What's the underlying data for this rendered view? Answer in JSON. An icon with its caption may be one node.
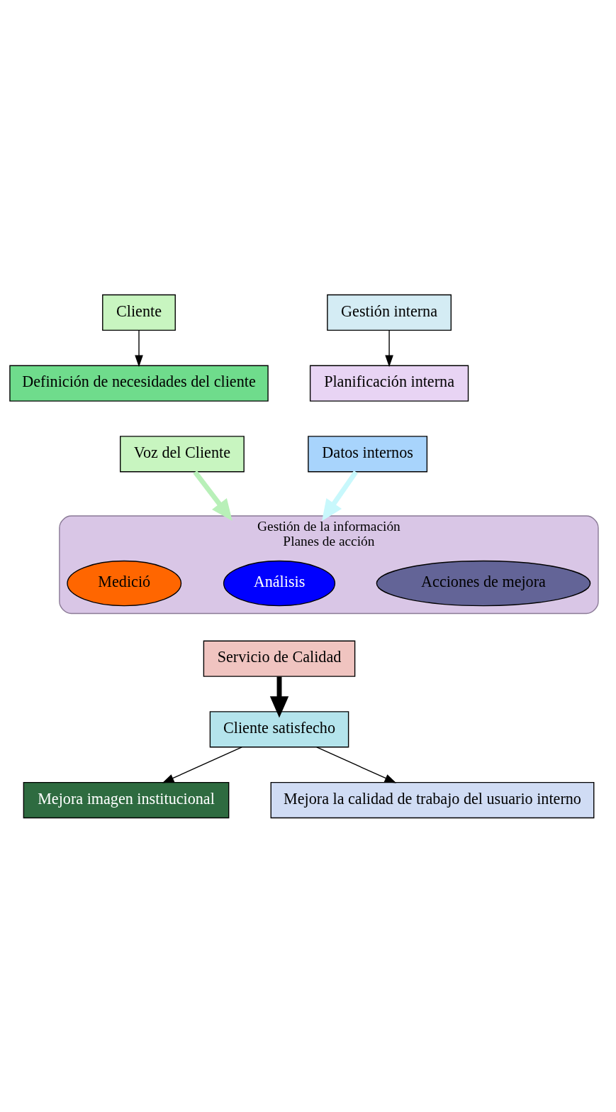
{
  "diagram": {
    "nodes": [
      {
        "text": [
          "Cliente"
        ]
      },
      {
        "text": [
          "Definición de necesidades del cliente"
        ]
      },
      {
        "text": [
          "Voz del Cliente"
        ]
      },
      {
        "text": [
          "Gestión interna"
        ]
      },
      {
        "text": [
          "Planificación interna"
        ]
      },
      {
        "text": [
          "Datos internos"
        ]
      },
      {
        "text": [
          "Gestión de la información",
          "Planes de acción"
        ]
      },
      {
        "text": [
          "Medició"
        ],
        "in": 6
      },
      {
        "text": [
          "Análisis"
        ],
        "in": 6
      },
      {
        "text": [
          "Acciones de mejora"
        ],
        "in": 6
      },
      {
        "text": [
          "Servicio de Calidad"
        ]
      },
      {
        "text": [
          "Cliente satisfecho"
        ]
      },
      {
        "text": [
          "Mejora imagen institucional"
        ]
      },
      {
        "text": [
          "Mejora la calidad de trabajo del usuario interno"
        ]
      }
    ],
    "edges": [
      {
        "from": 0,
        "to": 1,
        "arrow": "to"
      },
      {
        "from": 3,
        "to": 4,
        "arrow": "to"
      },
      {
        "from": 2,
        "to": 6,
        "arrow": "to",
        "style": "thick",
        "color": "#b8f0b8"
      },
      {
        "from": 5,
        "to": 6,
        "arrow": "to",
        "style": "thick",
        "color": "#c8f8fc"
      },
      {
        "from": 10,
        "to": 11,
        "arrow": "to",
        "style": "thick"
      },
      {
        "from": 11,
        "to": 12,
        "arrow": "to"
      },
      {
        "from": 11,
        "to": 13,
        "arrow": "to"
      }
    ]
  }
}
